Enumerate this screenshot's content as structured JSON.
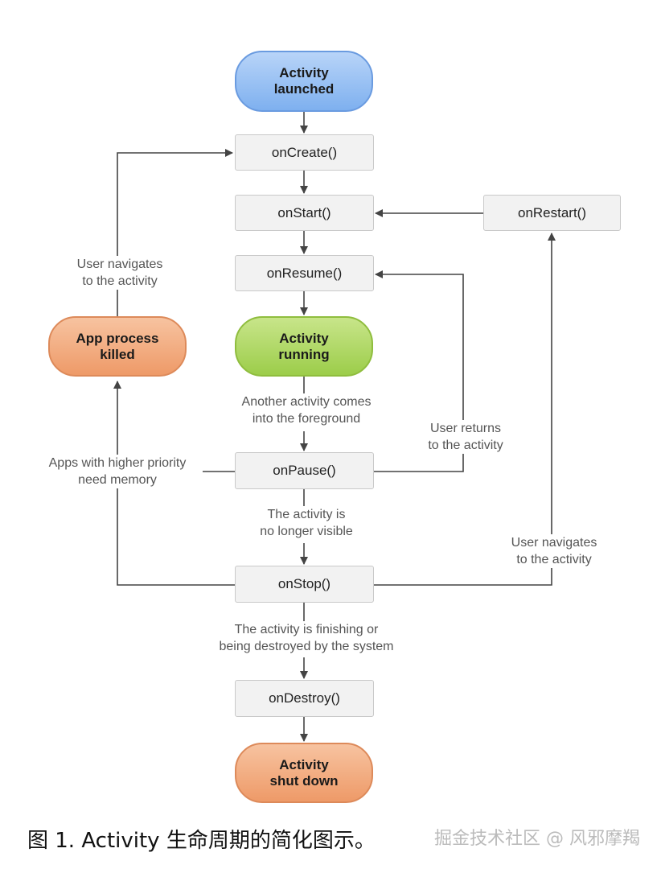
{
  "colors": {
    "line": "#444444",
    "blue": "#8fbaf2",
    "green": "#aed65f",
    "orange": "#f2ab7e",
    "box": "#f2f2f2"
  },
  "states": {
    "launched": "Activity\nlaunched",
    "running": "Activity\nrunning",
    "killed": "App process\nkilled",
    "shutdown": "Activity\nshut down"
  },
  "callbacks": {
    "on_create": "onCreate()",
    "on_start": "onStart()",
    "on_resume": "onResume()",
    "on_pause": "onPause()",
    "on_stop": "onStop()",
    "on_destroy": "onDestroy()",
    "on_restart": "onRestart()"
  },
  "notes": {
    "user_nav_left": "User navigates\nto the activity",
    "another_activity": "Another activity comes\ninto the foreground",
    "user_returns": "User returns\nto the activity",
    "higher_priority": "Apps with higher priority\nneed memory",
    "no_longer_visible": "The activity is\nno longer visible",
    "user_nav_right": "User navigates\nto the activity",
    "finishing": "The activity is finishing or\nbeing destroyed by the system"
  },
  "caption": "图 1. Activity 生命周期的简化图示。",
  "watermark": "掘金技术社区 @ 风邪摩羯"
}
